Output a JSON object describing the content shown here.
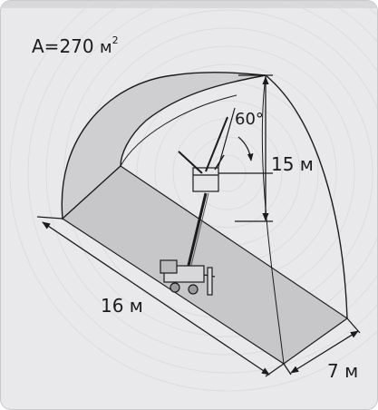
{
  "area": {
    "prefix": "A=270 ",
    "unit": "м",
    "power": "2"
  },
  "dimensions": {
    "height": "15 м",
    "length": "16 м",
    "width": "7 м",
    "angle": "60°"
  },
  "colors": {
    "background": "#e9e9eb",
    "floor": "#c7c7c9",
    "vault": "#cfcfd1",
    "stroke": "#1b1b1b"
  }
}
